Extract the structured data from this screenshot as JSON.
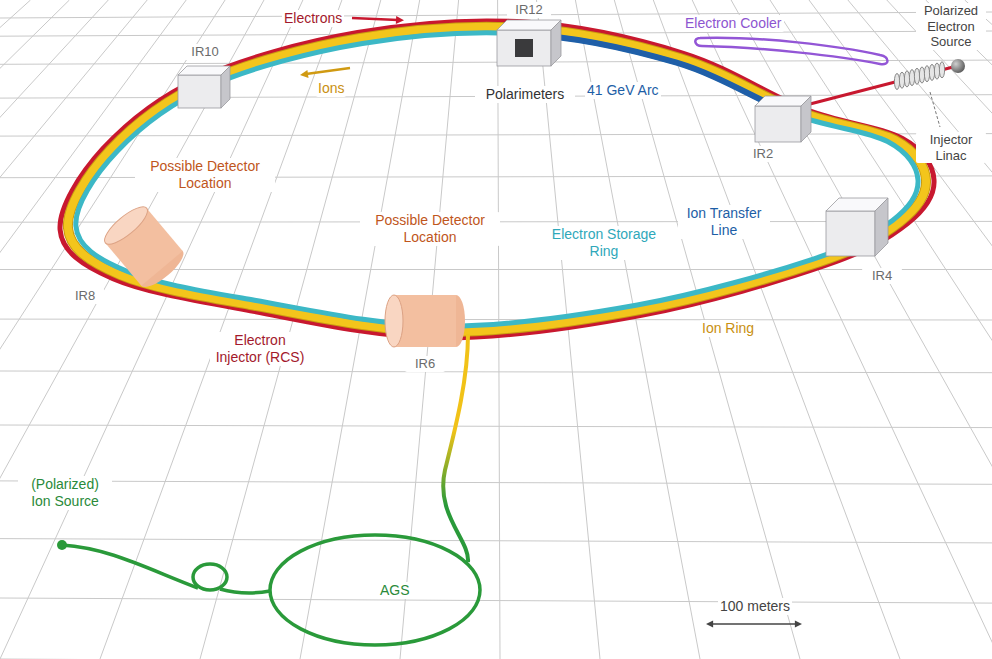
{
  "diagram": {
    "nodes": [
      {
        "text": [
          "IR10"
        ]
      },
      {
        "text": [
          "IR12",
          "Polarimeters"
        ]
      },
      {
        "text": [
          "IR2"
        ]
      },
      {
        "text": [
          "IR4"
        ]
      },
      {
        "text": [
          "Possible Detector Location",
          "IR8"
        ]
      },
      {
        "text": [
          "Possible Detector Location",
          "IR6"
        ]
      }
    ],
    "labels": [
      "Electrons",
      "Ions",
      "41 GeV Arc",
      "Electron Cooler",
      "Polarized Electron Source",
      "Injector Linac",
      "Ion Transfer Line",
      "Electron Storage Ring",
      "Electron Injector (RCS)",
      "Ion Ring",
      "(Polarized) Ion Source",
      "AGS",
      "100 meters"
    ]
  }
}
